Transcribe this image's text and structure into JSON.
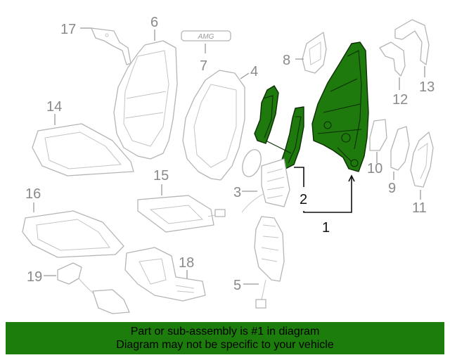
{
  "callouts": {
    "c1": "1",
    "c2": "2",
    "c3": "3",
    "c4": "4",
    "c5": "5",
    "c6": "6",
    "c7": "7",
    "c8": "8",
    "c9": "9",
    "c10": "10",
    "c11": "11",
    "c12": "12",
    "c13": "13",
    "c14": "14",
    "c15": "15",
    "c16": "16",
    "c17": "17",
    "c18": "18",
    "c19": "19"
  },
  "badge_text": "AMG",
  "banner": {
    "line1": "Part or sub-assembly is #1 in diagram",
    "line2": "Diagram may not be specific to your vehicle"
  },
  "colors": {
    "highlight": "#1f7a0d",
    "banner_bg": "#1c7d0c",
    "outline": "#b5b5b5"
  }
}
